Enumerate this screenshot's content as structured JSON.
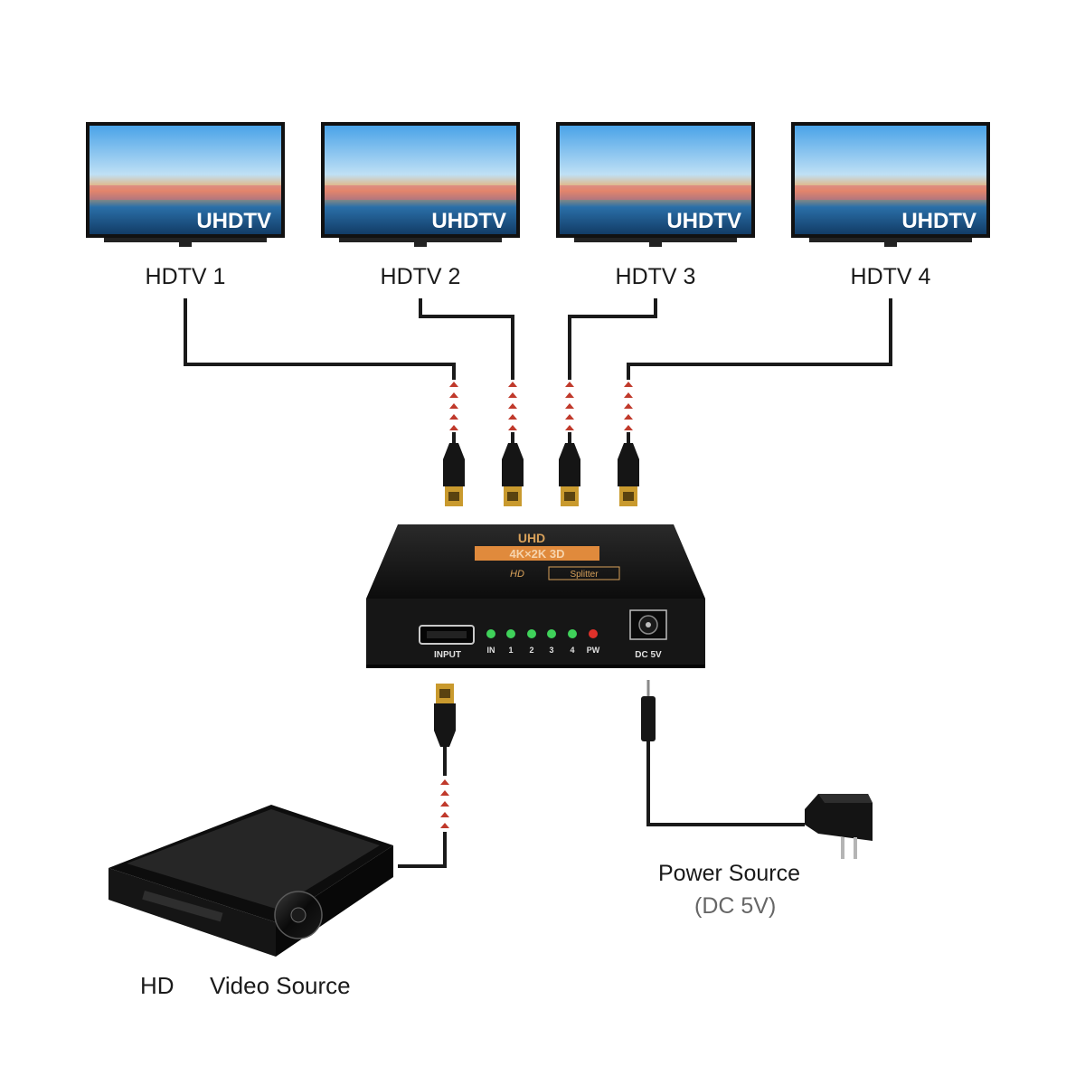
{
  "tvs": [
    {
      "label": "HDTV 1",
      "screen_text": "UHDTV"
    },
    {
      "label": "HDTV 2",
      "screen_text": "UHDTV"
    },
    {
      "label": "HDTV 3",
      "screen_text": "UHDTV"
    },
    {
      "label": "HDTV 4",
      "screen_text": "UHDTV"
    }
  ],
  "splitter": {
    "top_text": "UHD",
    "badge_text": "4K×2K 3D",
    "brand_text": "HD",
    "brand_suffix": "Splitter",
    "input_label": "INPUT",
    "leds": [
      {
        "label": "IN",
        "color": "#3fd25a"
      },
      {
        "label": "1",
        "color": "#3fd25a"
      },
      {
        "label": "2",
        "color": "#3fd25a"
      },
      {
        "label": "3",
        "color": "#3fd25a"
      },
      {
        "label": "4",
        "color": "#3fd25a"
      },
      {
        "label": "PW",
        "color": "#e0312a"
      }
    ],
    "dc_label": "DC 5V"
  },
  "source": {
    "prefix": "HD",
    "label": "Video Source"
  },
  "power": {
    "title": "Power Source",
    "subtitle": "(DC 5V)"
  },
  "colors": {
    "cable": "#1a1a1a",
    "arrow": "#c0392b",
    "device": "#111111",
    "badge": "#e08a3c"
  }
}
